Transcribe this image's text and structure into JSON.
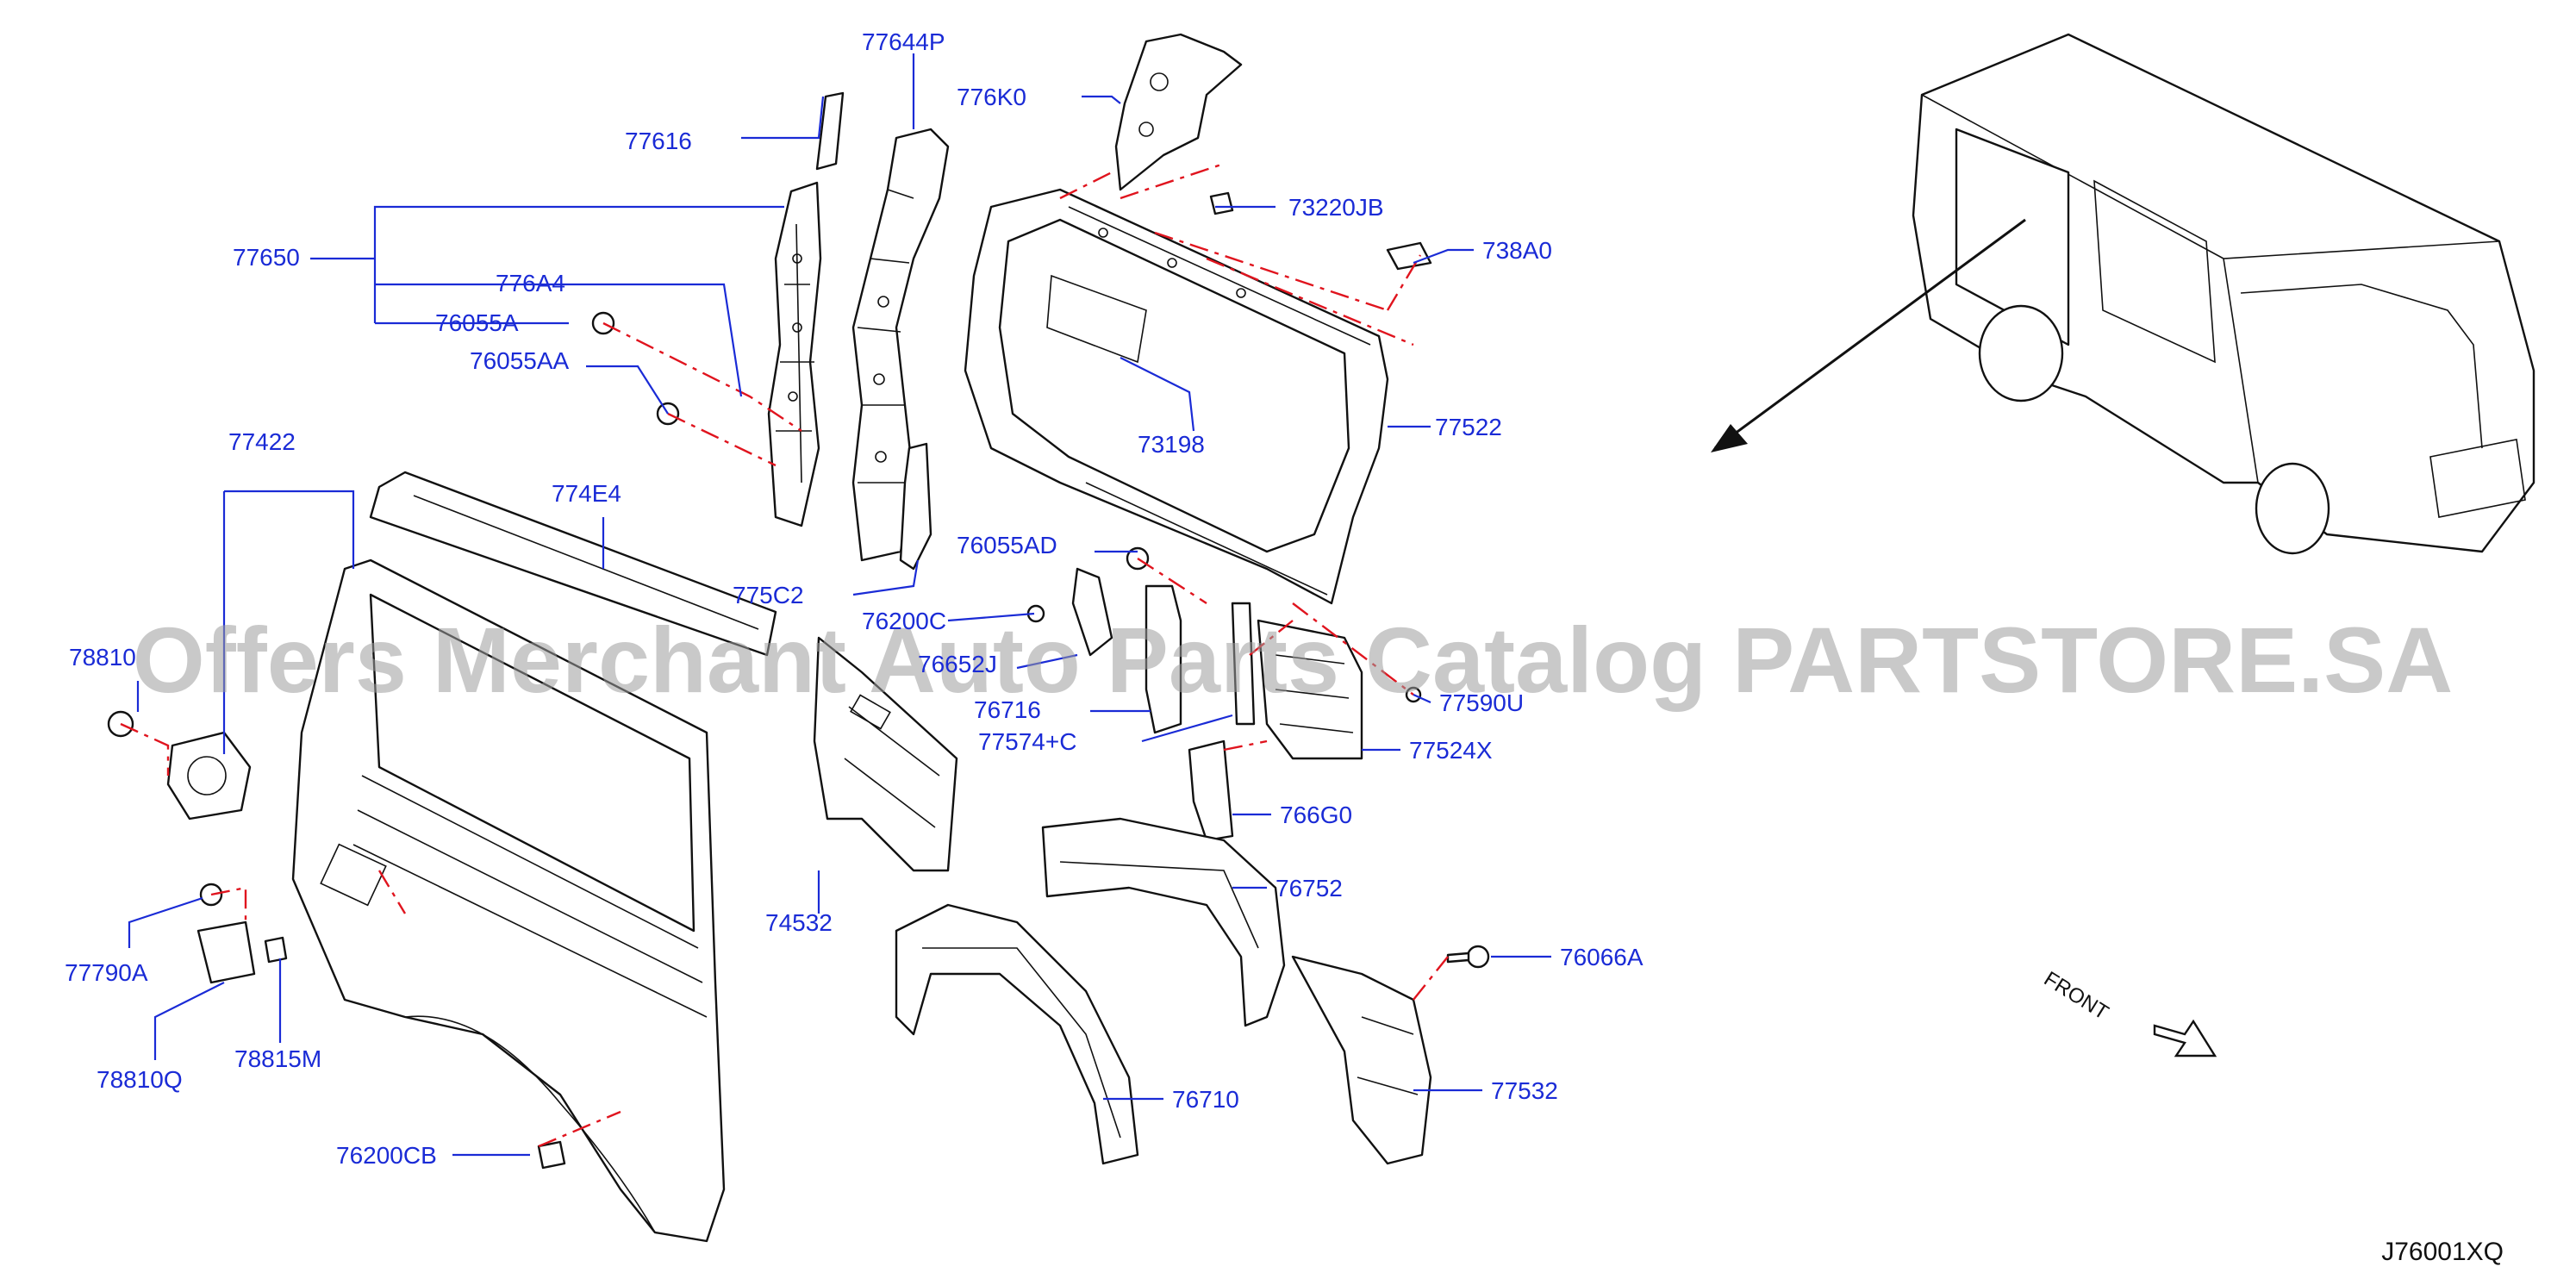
{
  "diagram": {
    "diagram_code": "J76001XQ",
    "front_label": "FRONT",
    "watermark": "Offers Merchant Auto Parts Catalog PARTSTORE.SA",
    "callouts": [
      {
        "id": "77644P",
        "label": "77644P"
      },
      {
        "id": "776K0",
        "label": "776K0"
      },
      {
        "id": "77616",
        "label": "77616"
      },
      {
        "id": "73220JB",
        "label": "73220JB"
      },
      {
        "id": "738A0",
        "label": "738A0"
      },
      {
        "id": "77650",
        "label": "77650"
      },
      {
        "id": "776A4",
        "label": "776A4"
      },
      {
        "id": "76055A",
        "label": "76055A"
      },
      {
        "id": "76055AA",
        "label": "76055AA"
      },
      {
        "id": "73198",
        "label": "73198"
      },
      {
        "id": "77522",
        "label": "77522"
      },
      {
        "id": "77422",
        "label": "77422"
      },
      {
        "id": "774E4",
        "label": "774E4"
      },
      {
        "id": "76055AD",
        "label": "76055AD"
      },
      {
        "id": "775C2",
        "label": "775C2"
      },
      {
        "id": "76200C",
        "label": "76200C"
      },
      {
        "id": "76652J",
        "label": "76652J"
      },
      {
        "id": "78810",
        "label": "78810"
      },
      {
        "id": "76716",
        "label": "76716"
      },
      {
        "id": "77590U",
        "label": "77590U"
      },
      {
        "id": "77574C",
        "label": "77574+C"
      },
      {
        "id": "77524X",
        "label": "77524X"
      },
      {
        "id": "766G0",
        "label": "766G0"
      },
      {
        "id": "74532",
        "label": "74532"
      },
      {
        "id": "76752",
        "label": "76752"
      },
      {
        "id": "77790A",
        "label": "77790A"
      },
      {
        "id": "76066A",
        "label": "76066A"
      },
      {
        "id": "78810Q",
        "label": "78810Q"
      },
      {
        "id": "78815M",
        "label": "78815M"
      },
      {
        "id": "76710",
        "label": "76710"
      },
      {
        "id": "77532",
        "label": "77532"
      },
      {
        "id": "76200CB",
        "label": "76200CB"
      }
    ]
  }
}
